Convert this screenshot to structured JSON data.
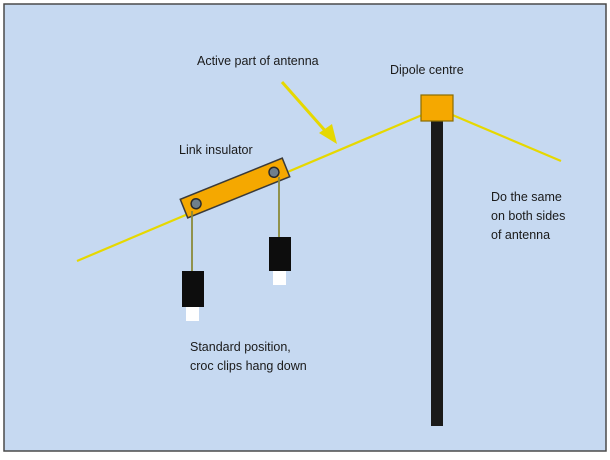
{
  "diagram": {
    "background_color": "#c6d9f1",
    "frame_color": "#4a4a4a",
    "wire_color": "#e6d800",
    "insulator_color": "#f5a800",
    "mast_color": "#1a1a1a",
    "clip_color": "#0d0d0d",
    "labels": {
      "active_part": "Active part of antenna",
      "dipole_centre": "Dipole centre",
      "link_insulator": "Link insulator",
      "same_both_sides": [
        "Do the same",
        "on both sides",
        "of antenna"
      ],
      "standard_position": [
        "Standard position,",
        "croc clips hang down"
      ]
    }
  }
}
